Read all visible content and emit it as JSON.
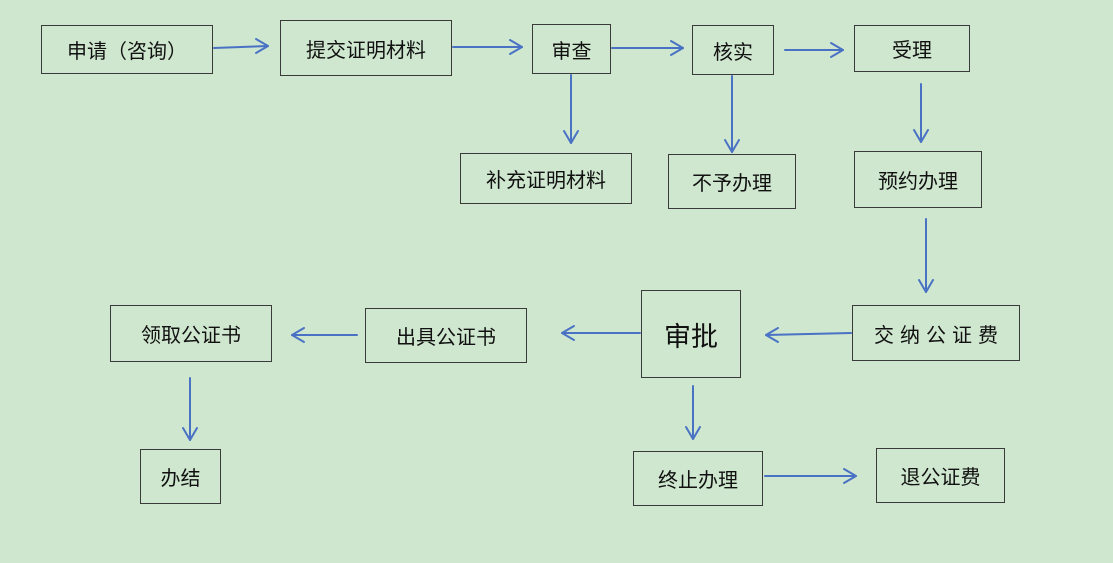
{
  "diagram": {
    "steps": {
      "apply": "申请（咨询）",
      "submit": "提交证明材料",
      "review": "审查",
      "verify": "核实",
      "accept": "受理",
      "supplement": "补充证明材料",
      "reject": "不予办理",
      "appointment": "预约办理",
      "pay_fee": "交纳公证费",
      "approve": "审批",
      "issue_cert": "出具公证书",
      "collect_cert": "领取公证书",
      "complete": "办结",
      "terminate": "终止办理",
      "refund_fee": "退公证费"
    },
    "colors": {
      "background": "#cfe6cf",
      "arrow": "#4a72c4",
      "border": "#3a3a3a"
    }
  }
}
